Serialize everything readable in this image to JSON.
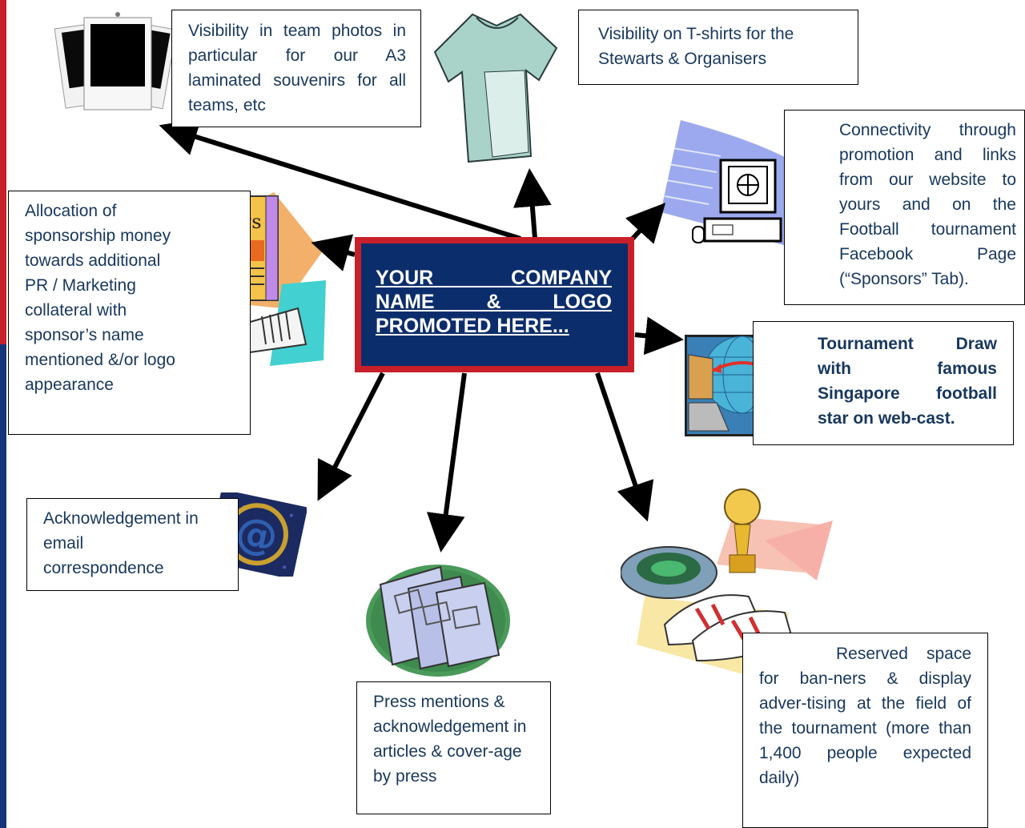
{
  "center": {
    "line1": "YOUR COMPANY",
    "line2": "NAME & LOGO",
    "line3": "PROMOTED HERE..."
  },
  "benefits": {
    "team_photos": "Visibility in team photos in particular for our A3 laminated souvenirs for all teams, etc",
    "tshirts": "Visibility on T-shirts for the Stewarts & Organisers",
    "connectivity": "Connectivity through promotion and links from our website to yours and on the Football tournament Facebook Page (“Sponsors” Tab).",
    "allocation": "Allocation of sponsorship money towards additional PR / Marketing collateral with sponsor’s name mentioned &/or logo appearance",
    "draw": "Tournament Draw with famous Singapore football star on web-cast.",
    "email": "Acknowledgement in email correspondence",
    "press": "Press mentions & acknowledgement in articles & cover-age by press",
    "reserved": "Reserved space for ban-ners & display adver-tising at the field of the tournament (more than 1,400 people expected daily)"
  },
  "clipart": {
    "news_label": "news",
    "at_symbol": "@"
  },
  "colors": {
    "text_blue": "#17375e",
    "center_fill": "#0c2d6b",
    "center_border": "#c8202a"
  }
}
